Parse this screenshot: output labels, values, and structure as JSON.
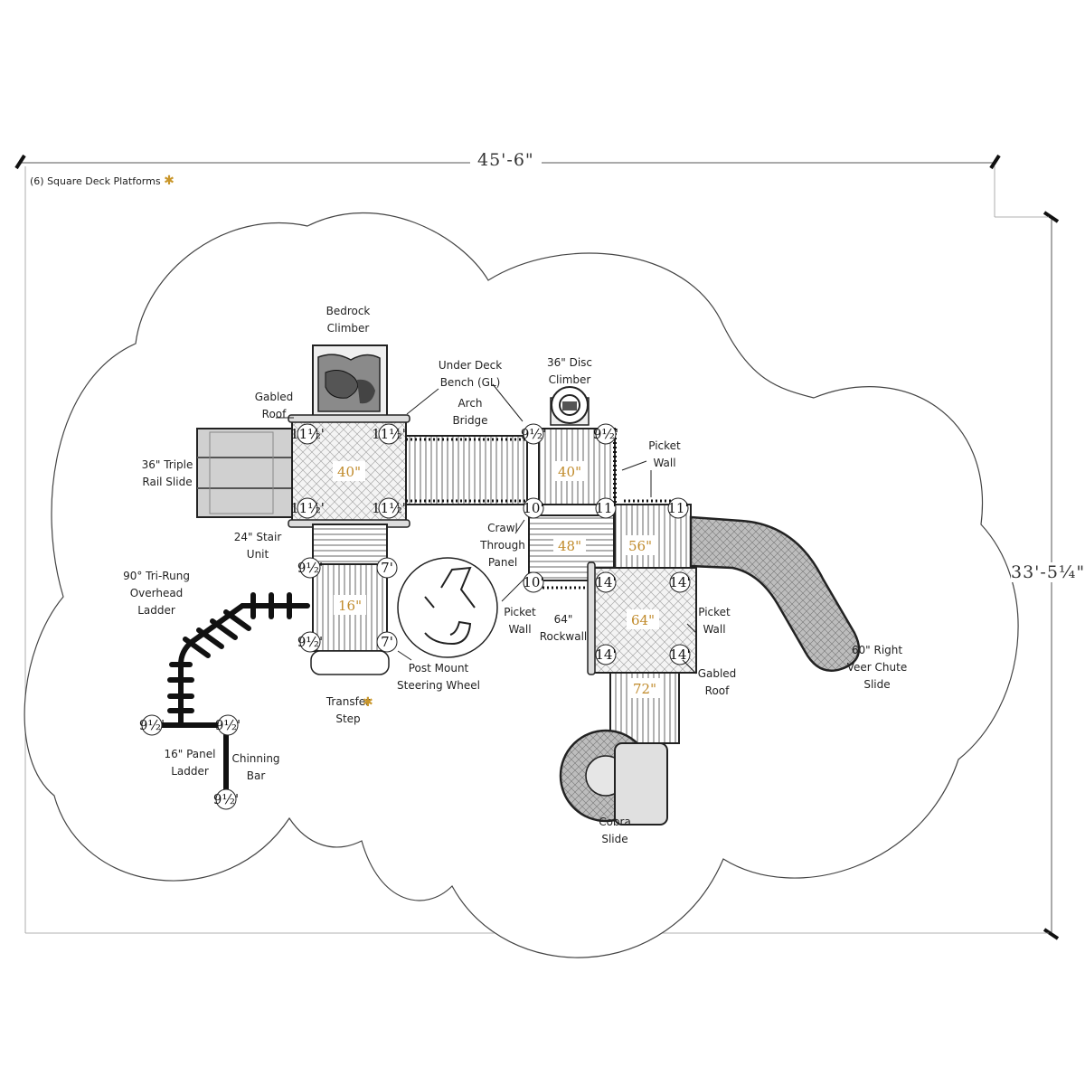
{
  "dimensions": {
    "width": "45'-6\"",
    "height": "33'-5¼\""
  },
  "note": {
    "text": "(6) Square Deck Platforms",
    "star": "✱"
  },
  "transfer_star": "✱",
  "accent_color": "#c08a2a",
  "platforms": [
    {
      "id": "p1",
      "height": "40\""
    },
    {
      "id": "p2",
      "height": "40\""
    },
    {
      "id": "p3",
      "height": "16\""
    },
    {
      "id": "p4",
      "height": "48\""
    },
    {
      "id": "p5",
      "height": "56\""
    },
    {
      "id": "p6",
      "height": "64\""
    },
    {
      "id": "p7",
      "height": "72\""
    }
  ],
  "posts": {
    "p1": "11½'",
    "p3a": "9½'",
    "p3b": "7'",
    "p4": "10'",
    "p5": "11'",
    "p6": "14'",
    "p2": "9½'",
    "ladder": "9½'",
    "chin": "9½'"
  },
  "labels": {
    "bedrock": "Bedrock\nClimber",
    "gabled_roof_left": "Gabled\nRoof",
    "triple_slide": "36\" Triple\nRail Slide",
    "under_deck": "Under Deck\nBench (GL)",
    "arch_bridge": "Arch\nBridge",
    "disc_climber": "36\" Disc\nClimber",
    "picket_wall_top": "Picket\nWall",
    "crawl_through": "Crawl\nThrough\nPanel",
    "stair_unit": "24\" Stair\nUnit",
    "overhead_ladder": "90° Tri-Rung\nOverhead\nLadder",
    "picket_wall_left": "Picket\nWall",
    "rockwall": "64\"\nRockwall",
    "picket_wall_right": "Picket\nWall",
    "veer_slide": "60\" Right\nVeer Chute\nSlide",
    "gabled_roof_right": "Gabled\nRoof",
    "transfer_step": "Transfer\nStep",
    "steering_wheel": "Post Mount\nSteering Wheel",
    "panel_ladder": "16\" Panel\nLadder",
    "chinning_bar": "Chinning\nBar",
    "cobra_slide": "Cobra\nSlide"
  }
}
